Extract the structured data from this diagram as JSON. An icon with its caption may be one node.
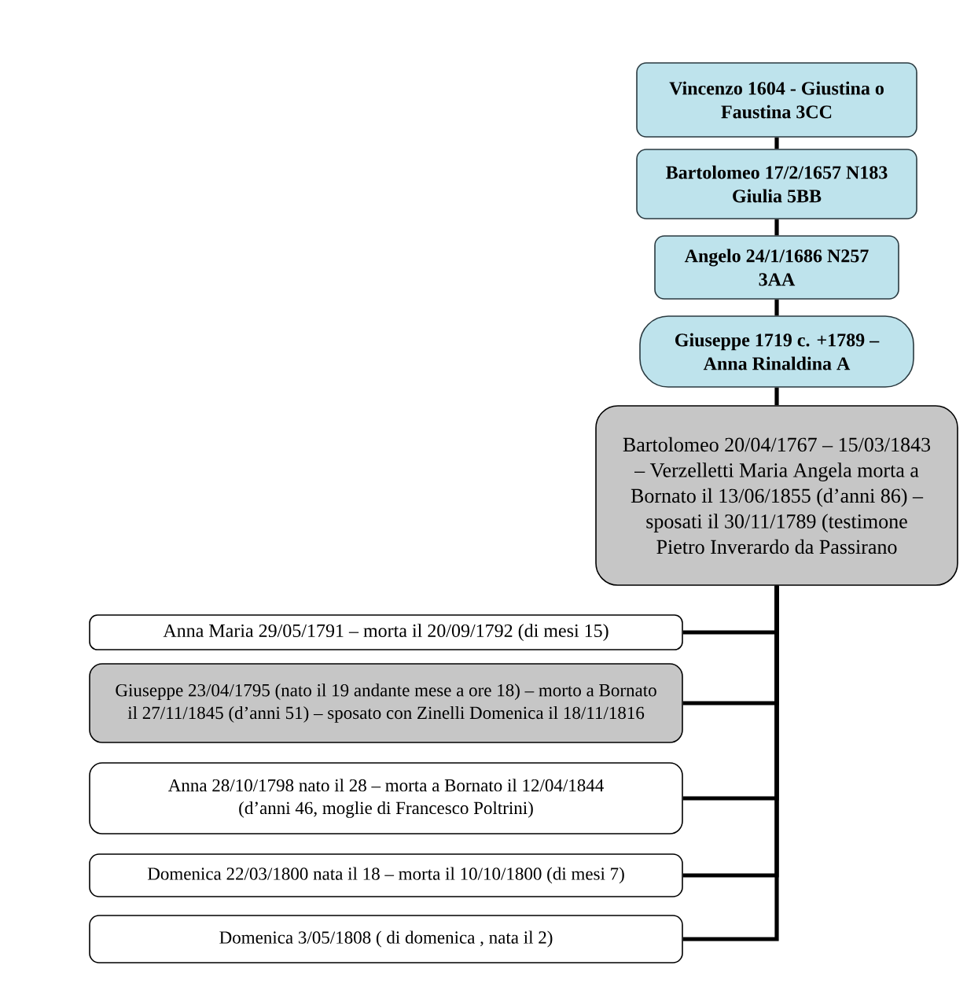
{
  "diagram": {
    "nodes": [
      {
        "text": [
          "Vincenzo 1604 - Giustina o Faustina 3CC"
        ]
      },
      {
        "text": [
          "Bartolomeo 17/2/1657 N183 Giulia 5BB"
        ]
      },
      {
        "text": [
          "Angelo 24/1/1686 N257 3AA"
        ]
      },
      {
        "text": [
          "Giuseppe 1719 c. +1789 – Anna Rinaldina A"
        ]
      },
      {
        "text": [
          "Bartolomeo 20/04/1767 – 15/03/1843 – Verzelletti Maria Angela morta a Bornato il 13/06/1855 (d’anni 86) – sposati il 30/11/1789 (testimone Pietro Inverardo da Passirano"
        ]
      },
      {
        "text": [
          "Anna Maria 29/05/1791 – morta il 20/09/1792 (di mesi 15)"
        ]
      },
      {
        "text": [
          "Giuseppe 23/04/1795 (nato il 19 andante mese a ore 18) – morto a Bornato il 27/11/1845 (d’anni 51) – sposato con Zinelli Domenica il 18/11/1816"
        ]
      },
      {
        "text": [
          "Anna 28/10/1798 nato il 28 – morta a Bornato il 12/04/1844 (d’anni 46, moglie di Francesco Poltrini)"
        ]
      },
      {
        "text": [
          "Domenica 22/03/1800 nata il 18 – morta il 10/10/1800 (di mesi 7)"
        ]
      },
      {
        "text": [
          "Domenica 3/05/1808 ( di domenica , nata il 2)"
        ]
      }
    ],
    "edges": [
      {
        "from": 0,
        "to": 1,
        "arrow": "none"
      },
      {
        "from": 1,
        "to": 2,
        "arrow": "none"
      },
      {
        "from": 2,
        "to": 3,
        "arrow": "none"
      },
      {
        "from": 3,
        "to": 4,
        "arrow": "none"
      },
      {
        "from": 4,
        "to": 5,
        "arrow": "none"
      },
      {
        "from": 4,
        "to": 6,
        "arrow": "none"
      },
      {
        "from": 4,
        "to": 7,
        "arrow": "none"
      },
      {
        "from": 4,
        "to": 8,
        "arrow": "none"
      },
      {
        "from": 4,
        "to": 9,
        "arrow": "none"
      }
    ]
  }
}
